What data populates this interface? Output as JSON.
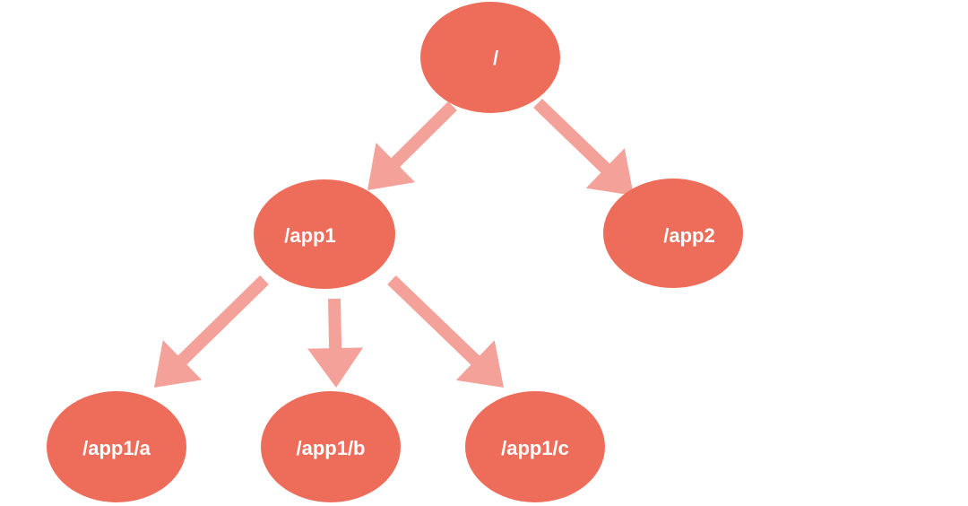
{
  "colors": {
    "node_fill": "#EE6D5A",
    "arrow_fill": "#F2978E",
    "label_color": "#FFFFFF",
    "background": "#FFFFFF"
  },
  "nodes": {
    "root": {
      "label": "/"
    },
    "app1": {
      "label": "/app1"
    },
    "app2": {
      "label": "/app2"
    },
    "app1_a": {
      "label": "/app1/a"
    },
    "app1_b": {
      "label": "/app1/b"
    },
    "app1_c": {
      "label": "/app1/c"
    }
  },
  "edges": [
    {
      "from": "root",
      "to": "app1"
    },
    {
      "from": "root",
      "to": "app2"
    },
    {
      "from": "app1",
      "to": "app1_a"
    },
    {
      "from": "app1",
      "to": "app1_b"
    },
    {
      "from": "app1",
      "to": "app1_c"
    }
  ]
}
